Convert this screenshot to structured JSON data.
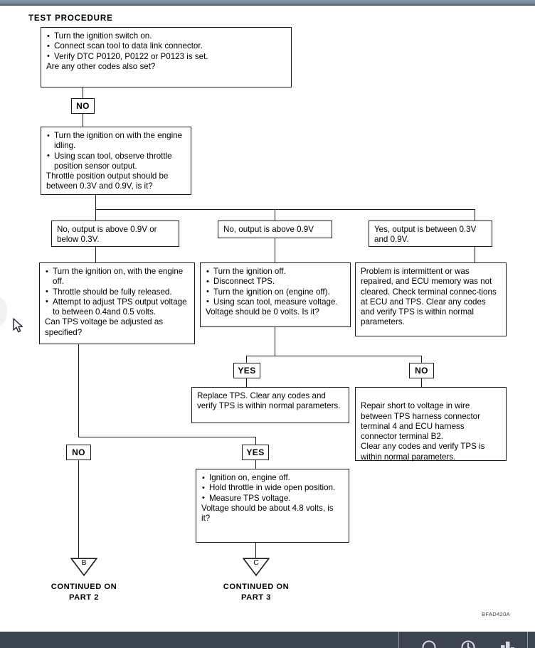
{
  "document": {
    "section_title": "TEST PROCEDURE",
    "figure_code": "BFAD420A"
  },
  "flowchart": {
    "type": "diagnostic-flowchart",
    "boxes": {
      "step1": {
        "bullets": [
          "Turn the ignition switch on.",
          "Connect scan tool to data link connector.",
          "Verify DTC P0120, P0122 or P0123 is set."
        ],
        "question": "Are any other codes also set?"
      },
      "step2": {
        "bullets": [
          "Turn the ignition on with the engine idling.",
          "Using scan tool, observe throttle position sensor output."
        ],
        "question": "Throttle position output should be between 0.3V and 0.9V, is it?"
      },
      "branch_left": "No, output is above 0.9V or below 0.3V.",
      "branch_mid": "No, output is above 0.9V",
      "branch_right": "Yes, output is between 0.3V and 0.9V.",
      "action_left": {
        "bullets": [
          "Turn the ignition on, with the engine off.",
          "Throttle should be fully released.",
          "Attempt to adjust TPS output voltage to between 0.4and 0.5 volts."
        ],
        "question": "Can TPS voltage be adjusted as specified?"
      },
      "action_mid": {
        "bullets": [
          "Turn the ignition off.",
          "Disconnect TPS.",
          "Turn the ignition on (engine off).",
          "Using scan tool, measure voltage."
        ],
        "question": "Voltage should be 0 volts. Is it?"
      },
      "action_right": "Problem is intermittent or was repaired, and ECU memory was not cleared. Check terminal connec-tions at ECU and TPS. Clear any codes and verify TPS is within normal parameters.",
      "replace_tps": "Replace TPS. Clear any codes and verify TPS is within normal parameters.",
      "repair_short": "Repair short to voltage in wire between TPS harness connector terminal 4 and ECU harness connector terminal B2.\nClear any codes and verify TPS is within normal parameters.",
      "action_bottom": {
        "bullets": [
          "Ignition on, engine off.",
          "Hold throttle in wide open position.",
          "Measure TPS voltage."
        ],
        "question": "Voltage should be about 4.8 volts, is it?"
      }
    },
    "decision_tags": {
      "no_step1": "NO",
      "yes_mid": "YES",
      "no_mid": "NO",
      "no_left": "NO",
      "yes_left": "YES"
    },
    "connectors": {
      "b": {
        "letter": "B",
        "label_line1": "CONTINUED ON",
        "label_line2": "PART 2"
      },
      "c": {
        "letter": "C",
        "label_line1": "CONTINUED ON",
        "label_line2": "PART 3"
      }
    }
  },
  "chrome": {
    "nav_icons": [
      "circle-outline-icon",
      "clock-icon",
      "bar-chart-icon"
    ]
  },
  "colors": {
    "topbar": "#74889c",
    "bottombar": "#3e4552",
    "ink": "#1a1a1a",
    "paper": "#ffffff"
  }
}
